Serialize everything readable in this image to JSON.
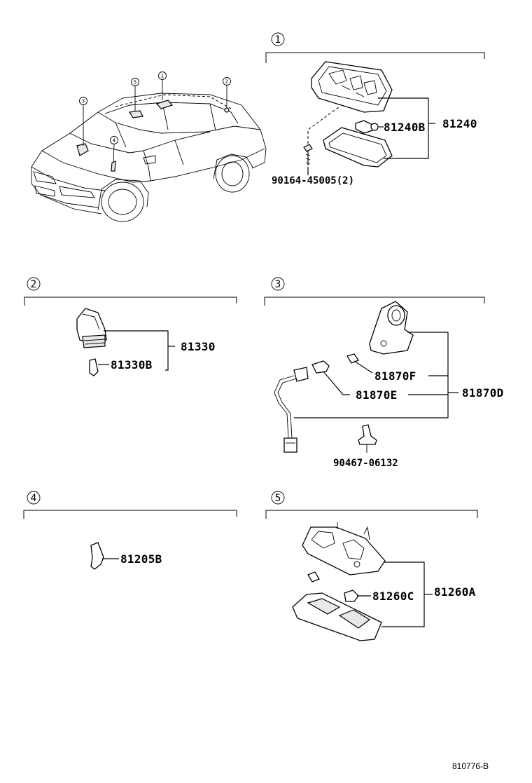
{
  "section_numbers": [
    "1",
    "2",
    "3",
    "4",
    "5"
  ],
  "car_callouts": [
    "1",
    "2",
    "3",
    "4",
    "5"
  ],
  "parts": {
    "p81240": "81240",
    "p81240B": "81240B",
    "p90164": "90164-45005(2)",
    "p81330": "81330",
    "p81330B": "81330B",
    "p81870F": "81870F",
    "p81870E": "81870E",
    "p81870D": "81870D",
    "p90467": "90467-06132",
    "p81205B": "81205B",
    "p81260C": "81260C",
    "p81260A": "81260A"
  },
  "diagram_ref": "810776-B"
}
